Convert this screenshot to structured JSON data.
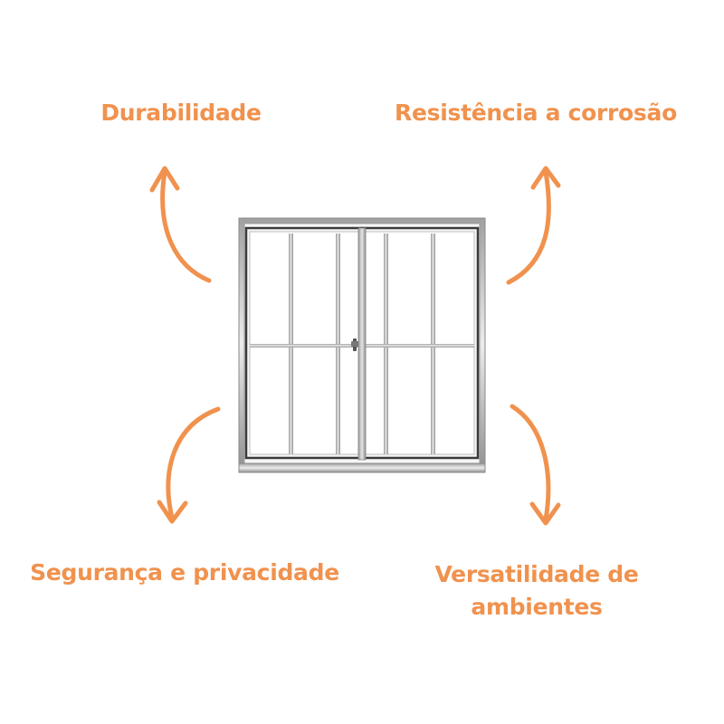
{
  "accent_color": "#f0924e",
  "features": {
    "top_left": "Durabilidade",
    "top_right": "Resistência a corrosão",
    "bottom_left": "Segurança e privacidade",
    "bottom_right_line1": "Versatilidade de",
    "bottom_right_line2": "ambientes"
  },
  "icons": {
    "arrows": [
      "arrow-up-left-icon",
      "arrow-up-right-icon",
      "arrow-down-left-icon",
      "arrow-down-right-icon"
    ],
    "product": "sliding-window-icon"
  }
}
